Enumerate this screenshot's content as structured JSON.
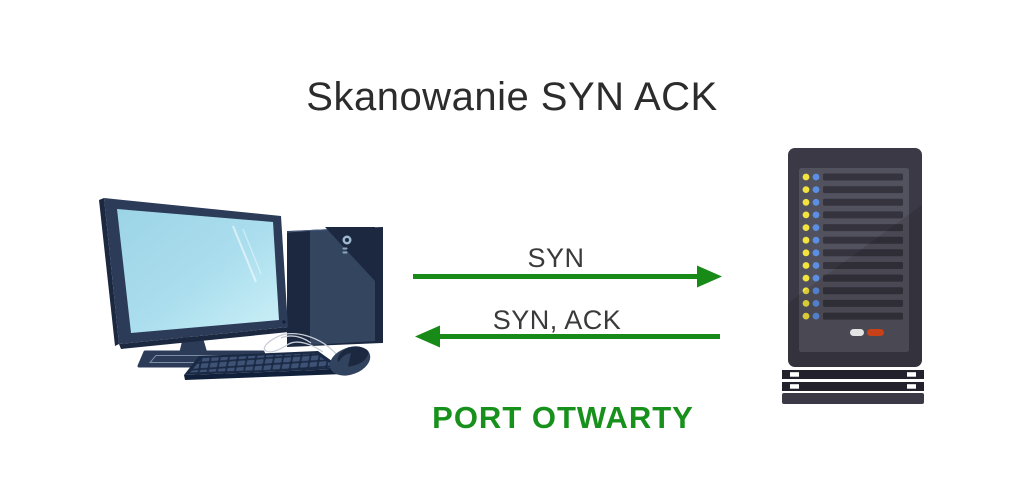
{
  "title": "Skanowanie SYN ACK",
  "messages": [
    {
      "label": "SYN",
      "from": "computer",
      "to": "server",
      "direction": "right"
    },
    {
      "label": "SYN, ACK",
      "from": "server",
      "to": "computer",
      "direction": "left"
    }
  ],
  "status": {
    "label": "PORT OTWARTY"
  },
  "nodes": {
    "client": {
      "icon": "desktop-computer-icon"
    },
    "server": {
      "icon": "server-rack-icon"
    }
  },
  "colors": {
    "background": "#ffffff",
    "title_text": "#2c2c2c",
    "message_text": "#3a3a3a",
    "arrow_green": "#178a17",
    "status_green": "#17911c",
    "computer_navy": "#2c3b58",
    "computer_navy_dark": "#1b2840",
    "screen_blue": "#abdeee",
    "server_body": "#3a3945",
    "server_panel": "#52515e",
    "server_bar": "#35343e",
    "led_yellow": "#f2e33f",
    "led_blue": "#5b8fe3",
    "power_white": "#ffffff",
    "power_orange": "#e2491c"
  }
}
